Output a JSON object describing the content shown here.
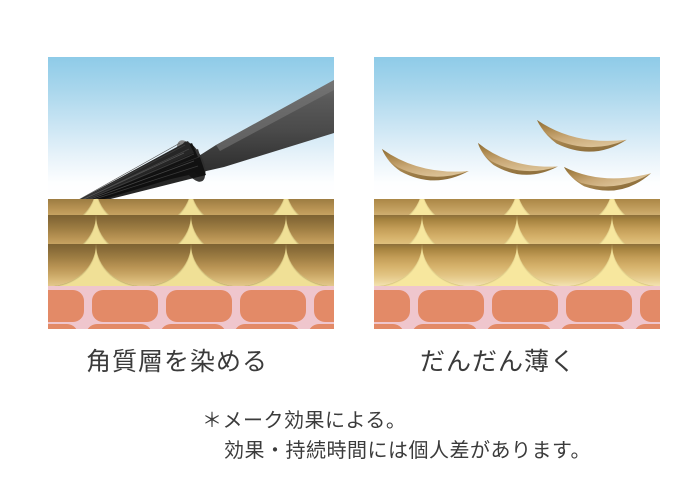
{
  "figure": {
    "title_hidden": "",
    "colors": {
      "sky_top": "#8ecbe8",
      "sky_bottom": "#ffffff",
      "corneum_base_stained": "#f0e096",
      "corneum_base_faded": "#f7e79e",
      "scale_stained_top": "#7d6232",
      "scale_stained_bottom": "#e3c88c",
      "scale_faded_top": "#8c6f3a",
      "scale_faded_bottom": "#f3e2b2",
      "basal_background": "#efc6cd",
      "basal_cell": "#e38a67",
      "brush_barrel": "#4c4c4c",
      "brush_bristle": "#1a1a1a",
      "flake": "#c4a068",
      "text": "#3b3b3b"
    }
  },
  "panels": [
    {
      "id": "left",
      "caption": "角質層を染める",
      "illustration": "brush applying color to stratum corneum",
      "corneum_tone": "stained",
      "scale_rows": 3,
      "scales_per_row": 4,
      "basal_cells_per_row": 5
    },
    {
      "id": "right",
      "caption": "だんだん薄く",
      "illustration": "stained corneocyte flakes shedding away from skin surface",
      "corneum_tone": "faded",
      "scale_rows": 3,
      "scales_per_row": 4,
      "basal_cells_per_row": 5,
      "flakes": 4
    }
  ],
  "notes": {
    "line1": "＊メーク効果による。",
    "line2": "効果・持続時間には個人差があります。"
  }
}
